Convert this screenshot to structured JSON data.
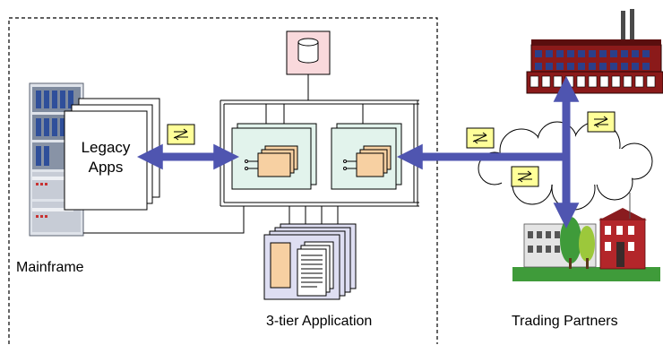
{
  "labels": {
    "legacy_line1": "Legacy",
    "legacy_line2": "Apps",
    "mainframe": "Mainframe",
    "three_tier": "3-tier Application",
    "trading_partners": "Trading Partners"
  },
  "icons": {
    "database": "database-icon",
    "message": "message-exchange-icon",
    "factory": "factory-icon",
    "partner_building": "office-building-icon",
    "mainframe": "server-rack-icon",
    "component": "component-icon",
    "documents": "document-stack-icon",
    "network": "cloud-icon"
  },
  "colors": {
    "arrow": "#4f55b0",
    "message_box": "#ffff99",
    "component_fill": "#e2f3ec",
    "component_inner": "#f7d0a2",
    "database_box": "#f9d9dc",
    "document_box": "#dedef2",
    "factory_body": "#8b1a1a",
    "window_blue": "#2b3f8a"
  }
}
